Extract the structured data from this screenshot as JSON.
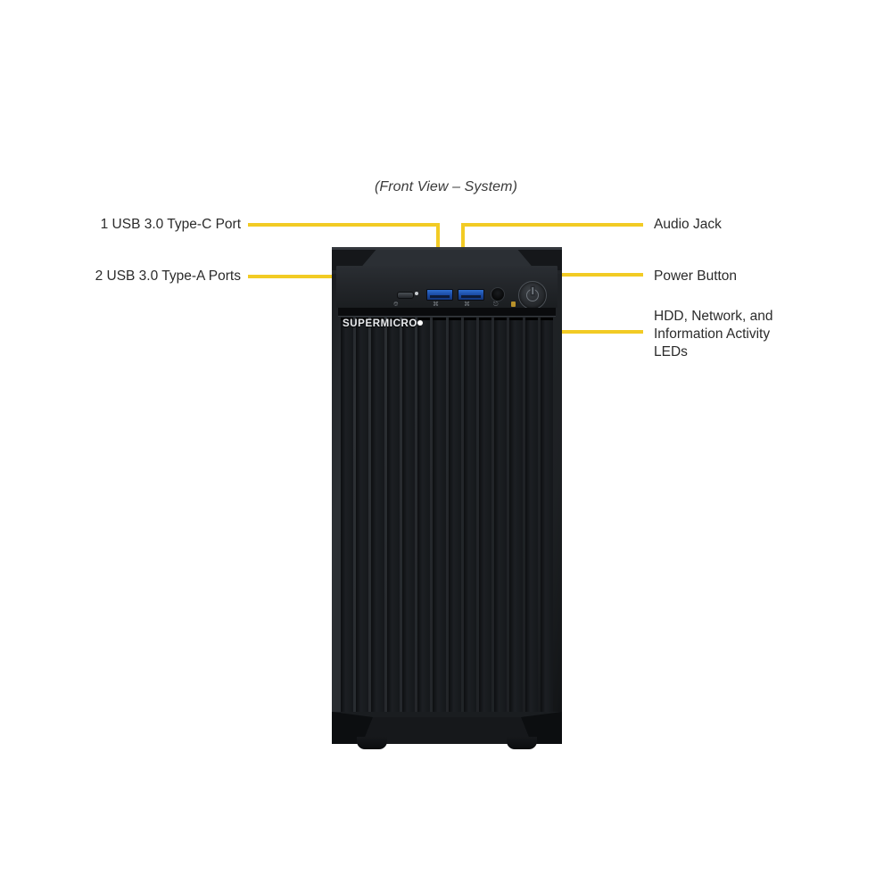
{
  "figure": {
    "caption": "(Front View – System)",
    "accent_color": "#F2CB24",
    "label_text_color": "#2b2b2b",
    "chassis_color": "#1d2023"
  },
  "device": {
    "brand_logo": "SUPERMICRO",
    "form_factor": "tower",
    "grille_slat_count": 14
  },
  "callouts": {
    "left": [
      {
        "id": "usb-type-c",
        "label": "1 USB 3.0 Type-C Port"
      },
      {
        "id": "usb-type-a",
        "label": "2 USB 3.0 Type-A Ports"
      }
    ],
    "right": [
      {
        "id": "audio-jack",
        "label": "Audio Jack"
      },
      {
        "id": "power-button",
        "label": "Power Button"
      },
      {
        "id": "activity-leds",
        "label": "HDD, Network, and\nInformation Activity\nLEDs"
      }
    ]
  },
  "front_panel": {
    "ports": [
      {
        "name": "usb-type-c-port",
        "icon": "usb-c-icon",
        "count": 1
      },
      {
        "name": "usb-type-a-port-1",
        "icon": "usb-icon",
        "count": 1
      },
      {
        "name": "usb-type-a-port-2",
        "icon": "usb-icon",
        "count": 1
      },
      {
        "name": "audio-jack",
        "icon": "headphone-icon",
        "count": 1
      }
    ],
    "controls": [
      {
        "name": "power-button",
        "icon": "power-icon"
      }
    ],
    "indicators": [
      {
        "name": "activity-led",
        "icon": "led-icon"
      }
    ],
    "icon_glyphs": {
      "usb_c": "⎓",
      "usb_a": "⎌",
      "headphone": "⌓",
      "led": "⌁"
    }
  }
}
